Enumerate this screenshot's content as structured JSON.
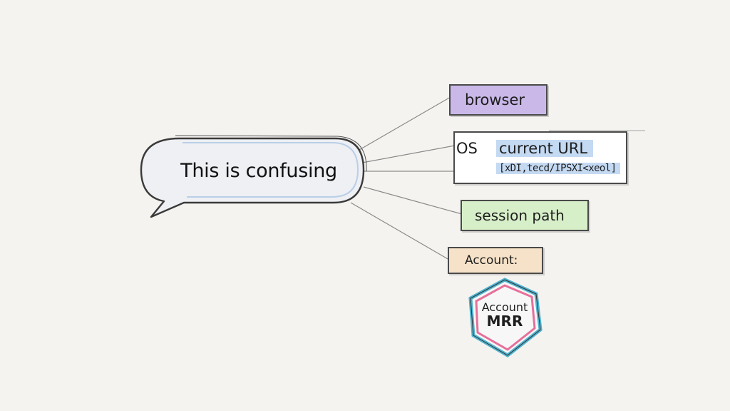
{
  "bubble": {
    "text": "This is confusing"
  },
  "boxes": {
    "browser": {
      "label": "browser",
      "fill": "#c9b8e8"
    },
    "os": {
      "os_label": "OS",
      "url_label": "current URL",
      "url_value": "[xDI,tecd/IPSXI<xeol]",
      "fill": "#ffffff",
      "highlight": "#c4d9f2"
    },
    "session": {
      "label": "session path",
      "fill": "#d7efc9"
    },
    "account": {
      "label": "Account:",
      "fill": "#f6e2c8"
    }
  },
  "badge": {
    "line1": "Account",
    "line2": "MRR",
    "colors": [
      "#4fb3cf",
      "#e6709a"
    ]
  }
}
